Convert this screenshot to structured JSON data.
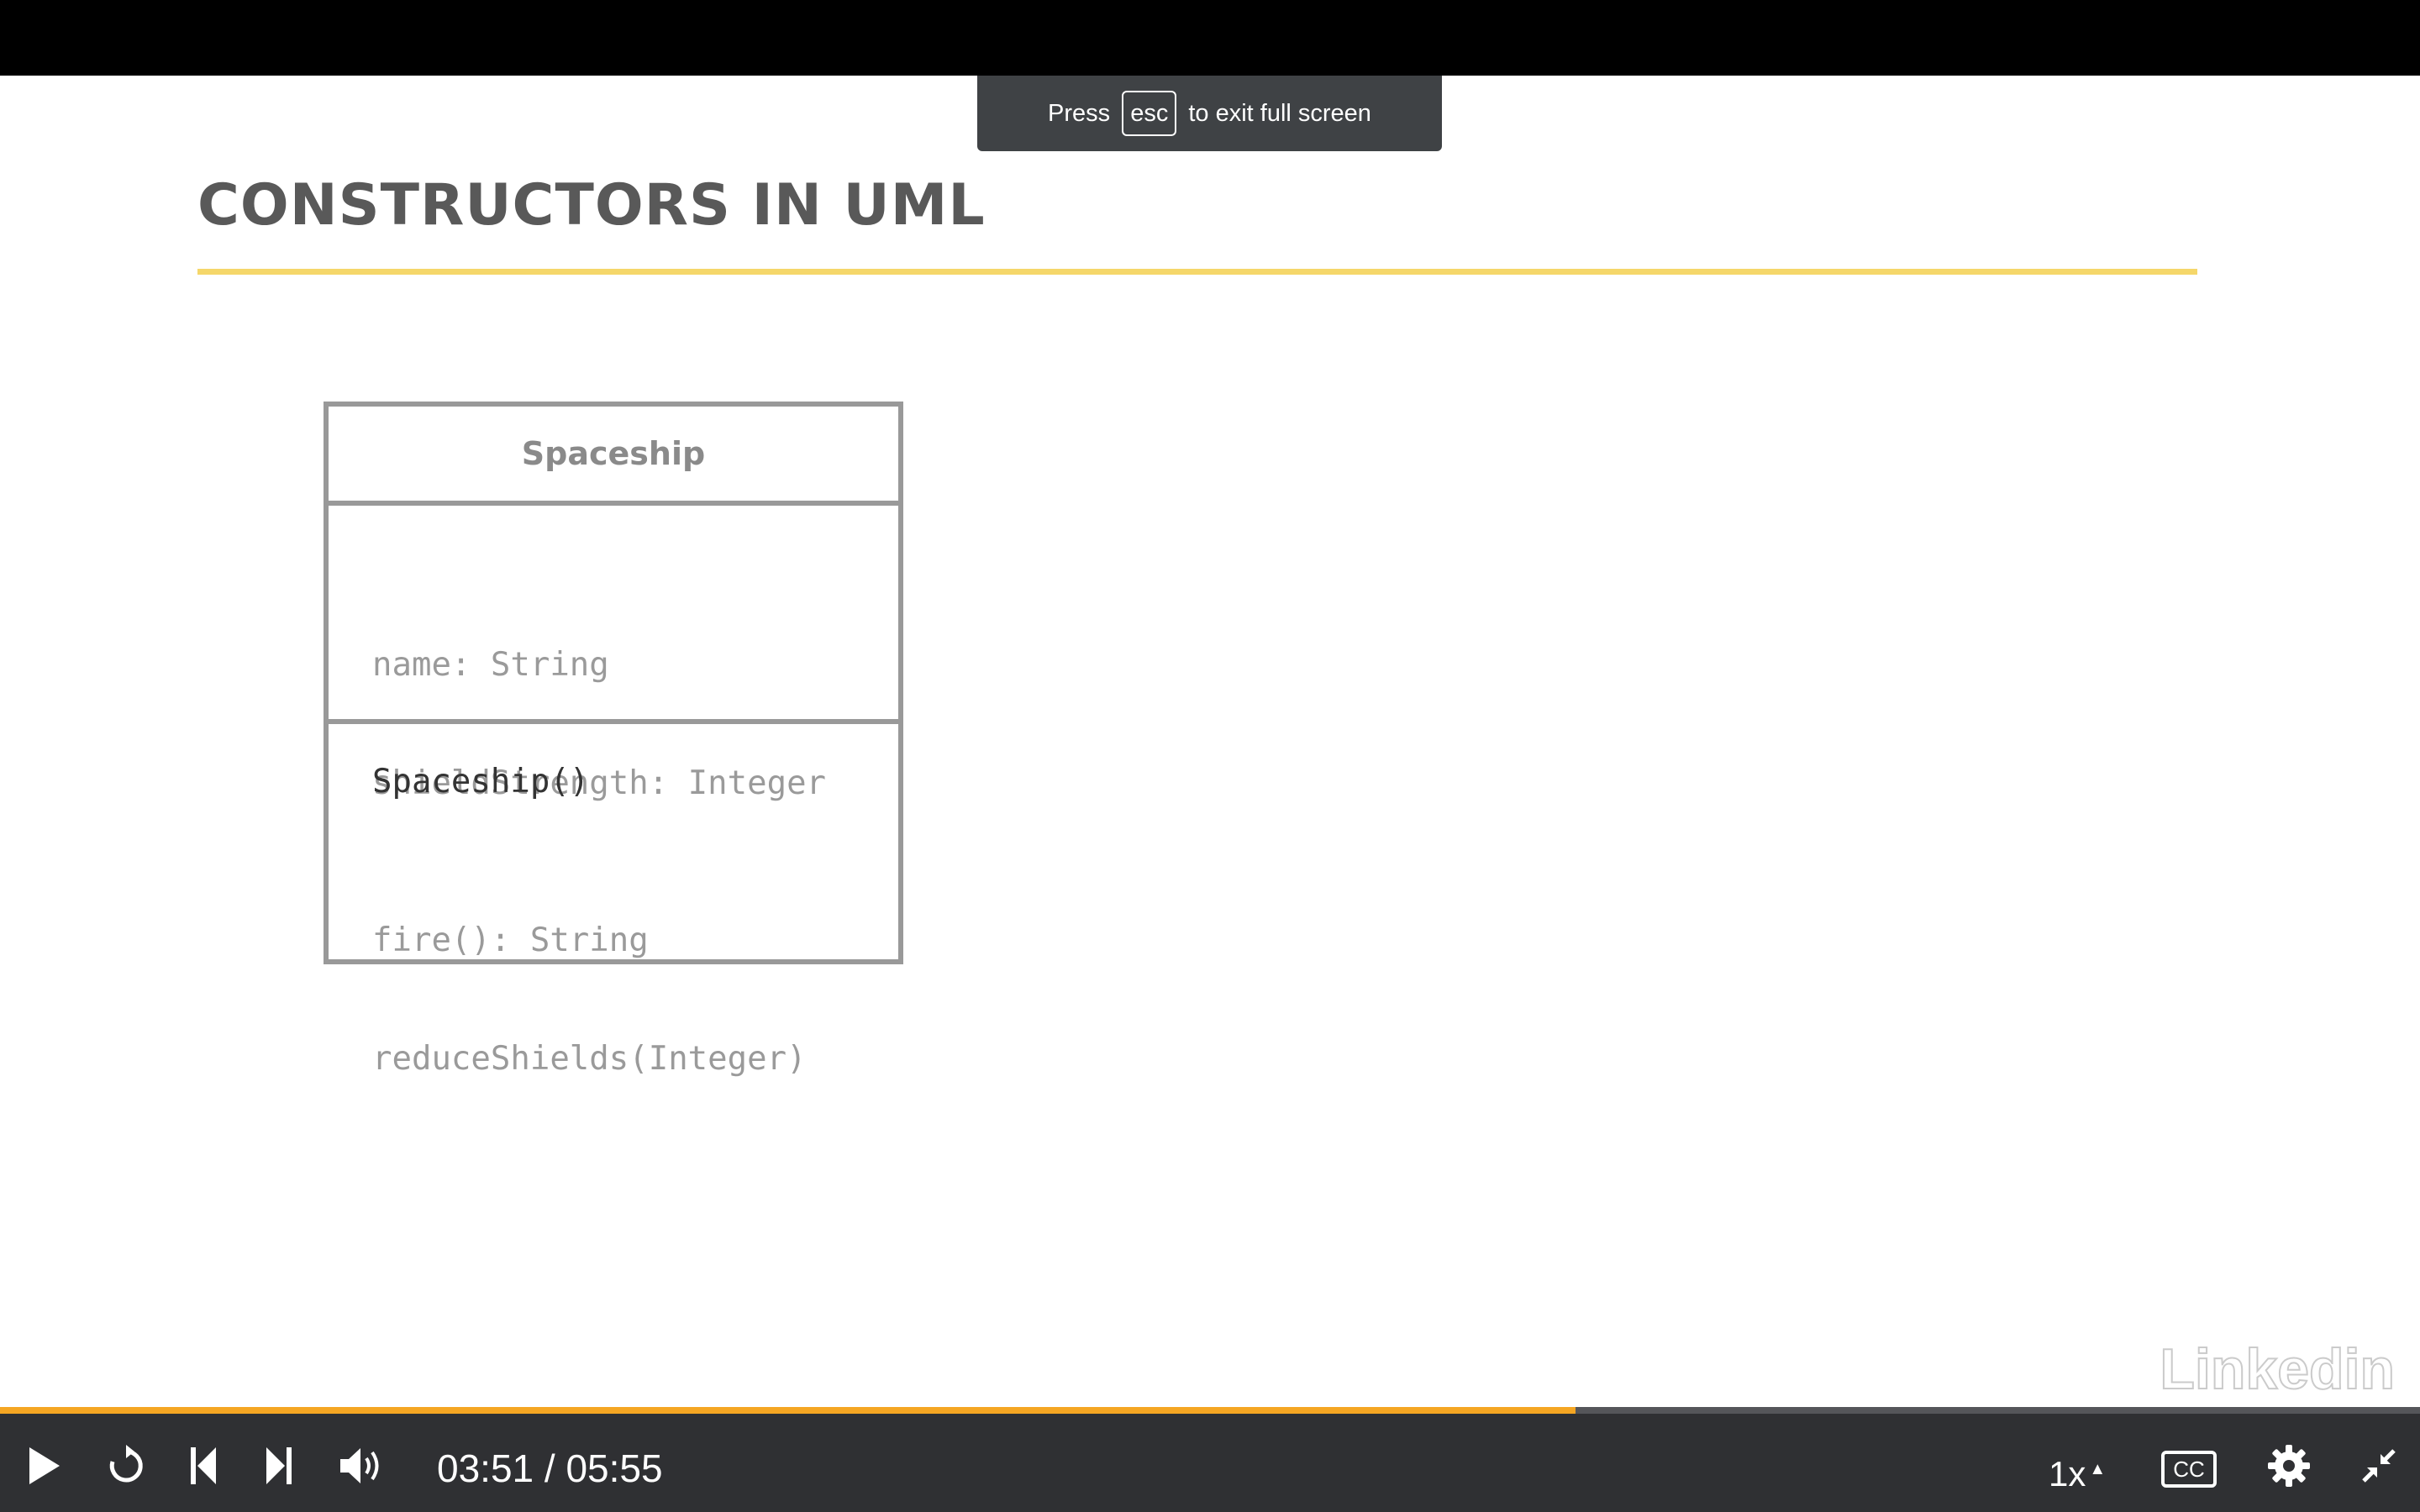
{
  "toast": {
    "press": "Press",
    "key": "esc",
    "message": "to exit full screen"
  },
  "slide": {
    "title": "CONSTRUCTORS IN UML",
    "uml": {
      "class_name": "Spaceship",
      "attributes": [
        "name: String",
        "shieldStrength: Integer"
      ],
      "constructor": "Spaceship()",
      "methods": [
        "fire(): String",
        "reduceShields(Integer)"
      ]
    },
    "watermark": "Linkedin"
  },
  "player": {
    "progress_fraction": 0.651,
    "current_time": "03:51",
    "duration": "05:55",
    "time_display": "03:51 / 05:55",
    "speed": "1x",
    "captions_label": "CC",
    "colors": {
      "progress": "#f5a623",
      "bar_bg": "#2f3033",
      "title_rule": "#f5d76a"
    },
    "icons": [
      "play-icon",
      "replay-icon",
      "previous-icon",
      "next-icon",
      "volume-icon",
      "settings-icon",
      "exit-fullscreen-icon"
    ]
  }
}
